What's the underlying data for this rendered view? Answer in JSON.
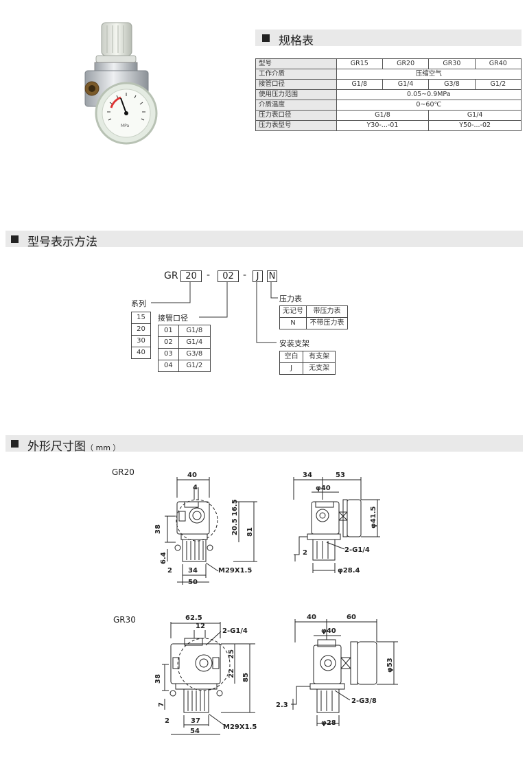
{
  "spec_section": {
    "title": "规格表",
    "headers": [
      "型号",
      "GR15",
      "GR20",
      "GR30",
      "GR40"
    ],
    "rows": {
      "medium": [
        "工作介质",
        "压缩空气"
      ],
      "port": [
        "接管口径",
        "G1/8",
        "G1/4",
        "G3/8",
        "G1/2"
      ],
      "pressure": [
        "使用压力范围",
        "0.05~0.9MPa"
      ],
      "temp": [
        "介质温度",
        "0~60℃"
      ],
      "gauge_port": [
        "压力表口径",
        "G1/8",
        "G1/4"
      ],
      "gauge_model": [
        "压力表型号",
        "Y30-...-01",
        "Y50-...-02"
      ]
    }
  },
  "model_section": {
    "title": "型号表示方法",
    "code": {
      "prefix": "GR",
      "size": "20",
      "dash1": "-",
      "port": "02",
      "dash2": "-",
      "bracket": "J",
      "gauge": "N"
    },
    "series": {
      "label": "系列",
      "items": [
        "15",
        "20",
        "30",
        "40"
      ]
    },
    "port": {
      "label": "接管口径",
      "items": [
        [
          "01",
          "G1/8"
        ],
        [
          "02",
          "G1/4"
        ],
        [
          "03",
          "G3/8"
        ],
        [
          "04",
          "G1/2"
        ]
      ]
    },
    "gauge": {
      "label": "压力表",
      "items": [
        [
          "无记号",
          "带压力表"
        ],
        [
          "N",
          "不带压力表"
        ]
      ]
    },
    "bracket": {
      "label": "安装支架",
      "items": [
        [
          "空白",
          "有支架"
        ],
        [
          "J",
          "无支架"
        ]
      ]
    }
  },
  "dim_section": {
    "title": "外形尺寸图",
    "unit": "（ mm ）",
    "gr20": {
      "label": "GR20",
      "front": {
        "w40": "40",
        "w4": "4",
        "h38": "38",
        "h20_5": "20.5",
        "h16_5": "16.5",
        "h81": "81",
        "h6_4": "6.4",
        "w2": "2",
        "w34": "34",
        "w50": "50",
        "thread": "M29X1.5"
      },
      "side": {
        "w34": "34",
        "w53": "53",
        "d40": "φ40",
        "d41_5": "φ41.5",
        "port": "2-G1/4",
        "w2": "2",
        "d28_4": "φ28.4"
      }
    },
    "gr30": {
      "label": "GR30",
      "front": {
        "w62_5": "62.5",
        "w12": "12",
        "port": "2-G1/4",
        "h38": "38",
        "h25": "25",
        "h22": "22",
        "h85": "85",
        "h7": "7",
        "w2": "2",
        "w37": "37",
        "w54": "54",
        "thread": "M29X1.5"
      },
      "side": {
        "w40": "40",
        "w60": "60",
        "d40": "φ40",
        "d53": "φ53",
        "w2_3": "2.3",
        "port": "2-G3/8",
        "d28": "φ28"
      }
    }
  },
  "colors": {
    "bar": "#e9e9e9",
    "label_bg": "#e8e8e8",
    "line": "#222222"
  },
  "icons": {
    "section_marker": "black-square",
    "product": "pressure-regulator-with-gauge"
  }
}
